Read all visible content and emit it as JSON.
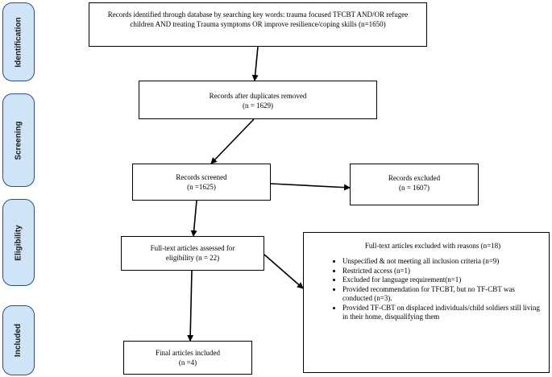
{
  "stages": [
    {
      "id": "identification",
      "label": "Identification"
    },
    {
      "id": "screening",
      "label": "Screening"
    },
    {
      "id": "eligibility",
      "label": "Eligibility"
    },
    {
      "id": "included",
      "label": "Included"
    }
  ],
  "boxes": {
    "identified": {
      "text": "Records identified through database by searching key words: trauma focused TFCBT AND/OR refugee children AND treating Trauma symptoms OR improve resilience/coping skills (n=1650)"
    },
    "duplicates_removed": {
      "line1": "Records after duplicates removed",
      "line2": "(n = 1629)"
    },
    "screened": {
      "line1": "Records screened",
      "line2": "(n =1625)"
    },
    "excluded": {
      "line1": "Records excluded",
      "line2": "(n = 1607)"
    },
    "fulltext_assessed": {
      "line1": "Full-text articles assessed for",
      "line2": "eligibility (n = 22)"
    },
    "fulltext_excluded": {
      "title": "Full-text articles excluded with reasons (n=18)",
      "reasons": [
        "Unspecified & not meeting all inclusion criteria (n=9)",
        "Restricted access (n=1)",
        "Excluded for language requirement(n=1)",
        "Provided recommendation for TFCBT, but no TF-CBT was conducted (n=3).",
        " Provided TF-CBT on displaced individuals/child soldiers still living in their home, disqualifying them"
      ]
    },
    "final_included": {
      "line1": "Final articles included",
      "line2": "(n =4)"
    }
  },
  "colors": {
    "stage_fill": "#cfe4f7",
    "stage_border": "#2f4f7a",
    "box_border": "#000000",
    "arrow": "#000000"
  }
}
